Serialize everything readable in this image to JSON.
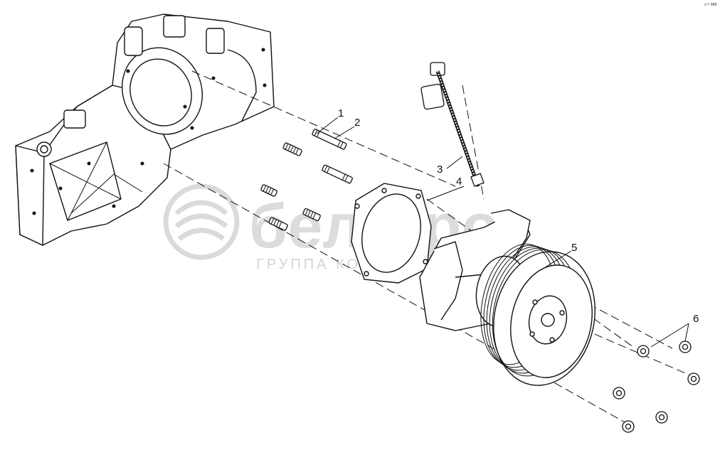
{
  "callouts": [
    "1",
    "2",
    "3",
    "4",
    "5",
    "6"
  ],
  "watermark": {
    "brand": "белагро",
    "subtitle": "ГРУППА КОМПАНИЙ"
  },
  "corner_mark": "s™ 888"
}
